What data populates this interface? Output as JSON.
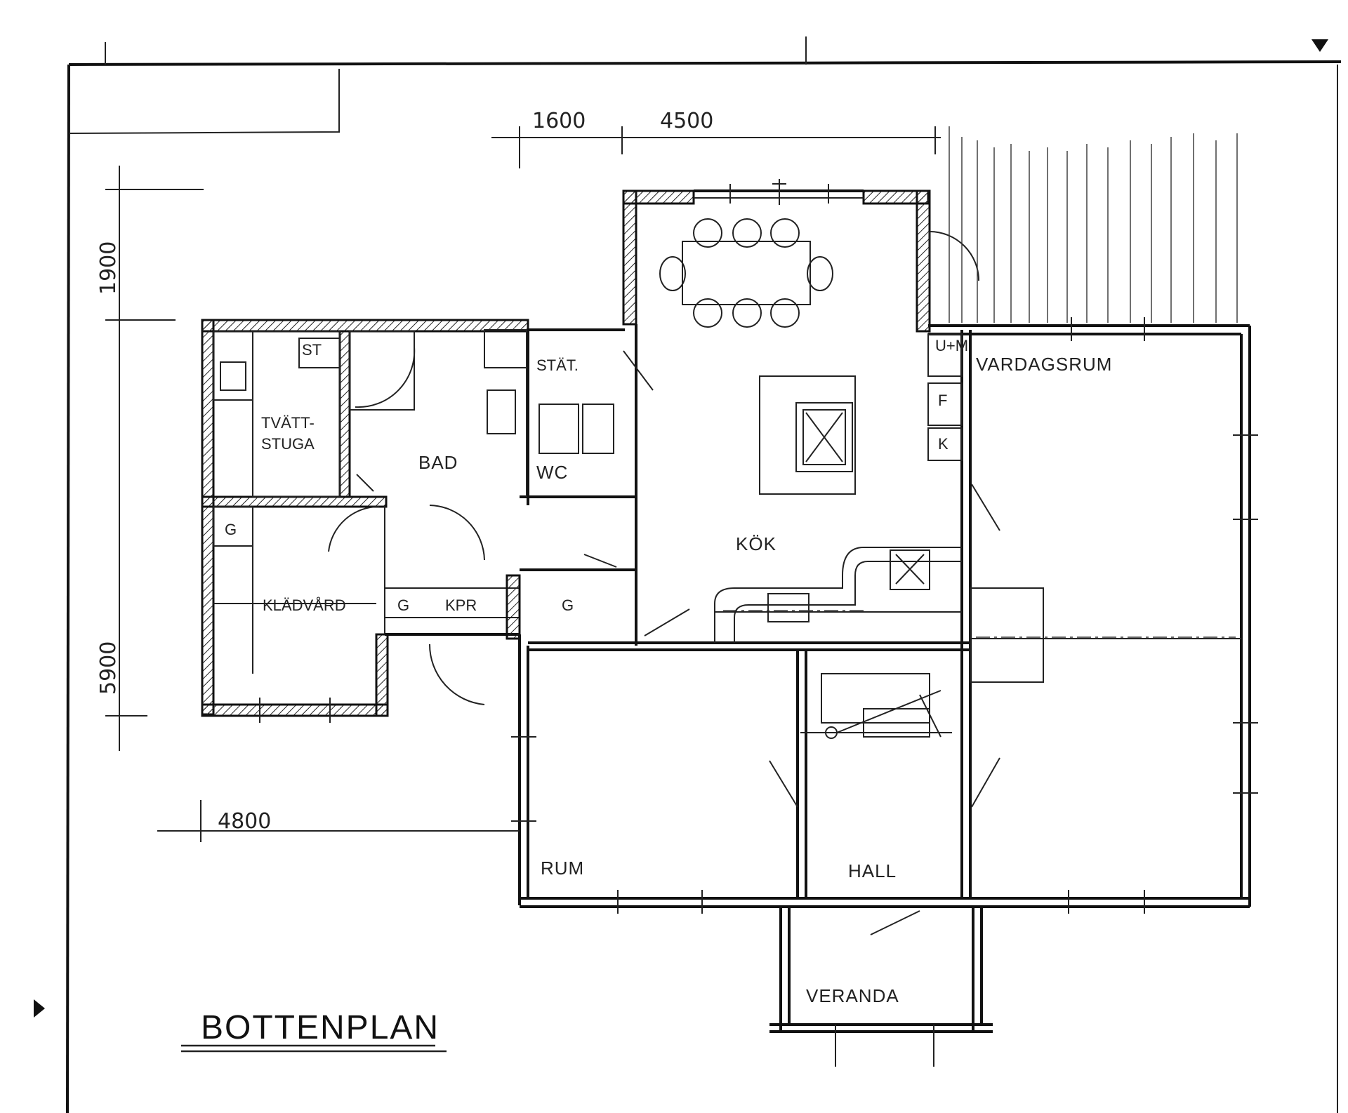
{
  "title": "BOTTENPLAN",
  "rooms": {
    "vardagsrum": "VARDAGSRUM",
    "kok": "KÖK",
    "tvattstuga_line1": "TVÄTT-",
    "tvattstuga_line2": "STUGA",
    "bad": "BAD",
    "wc": "WC",
    "st": "ST",
    "stat": "STÄT.",
    "kladvard": "KLÄDVÅRD",
    "kpr": "KPR",
    "rum": "RUM",
    "hall": "HALL",
    "veranda": "VERANDA"
  },
  "fixtures": {
    "um": "U+M",
    "f": "F",
    "k": "K",
    "g1": "G",
    "g2": "G",
    "g3": "G"
  },
  "dimensions": {
    "d1600": "1600",
    "d4500": "4500",
    "d1900": "1900",
    "d5900": "5900",
    "d4800": "4800"
  }
}
